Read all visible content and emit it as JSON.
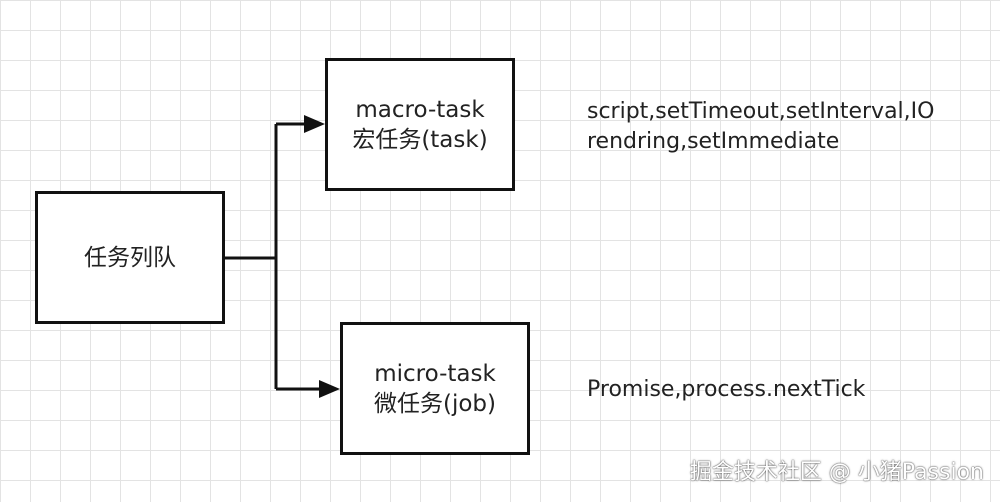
{
  "nodes": {
    "queue": {
      "label": "任务列队"
    },
    "macro": {
      "line1": "macro-task",
      "line2": "宏任务(task)"
    },
    "micro": {
      "line1": "micro-task",
      "line2": "微任务(job)"
    }
  },
  "descriptions": {
    "macro": {
      "line1": "script,setTimeout,setInterval,IO",
      "line2": "rendring,setImmediate"
    },
    "micro": {
      "line1": "Promise,process.nextTick"
    }
  },
  "watermark": "掘金技术社区 @ 小猪Passion",
  "colors": {
    "stroke": "#111111",
    "text": "#222222",
    "grid": "#e3e3e3",
    "background": "#ffffff"
  }
}
